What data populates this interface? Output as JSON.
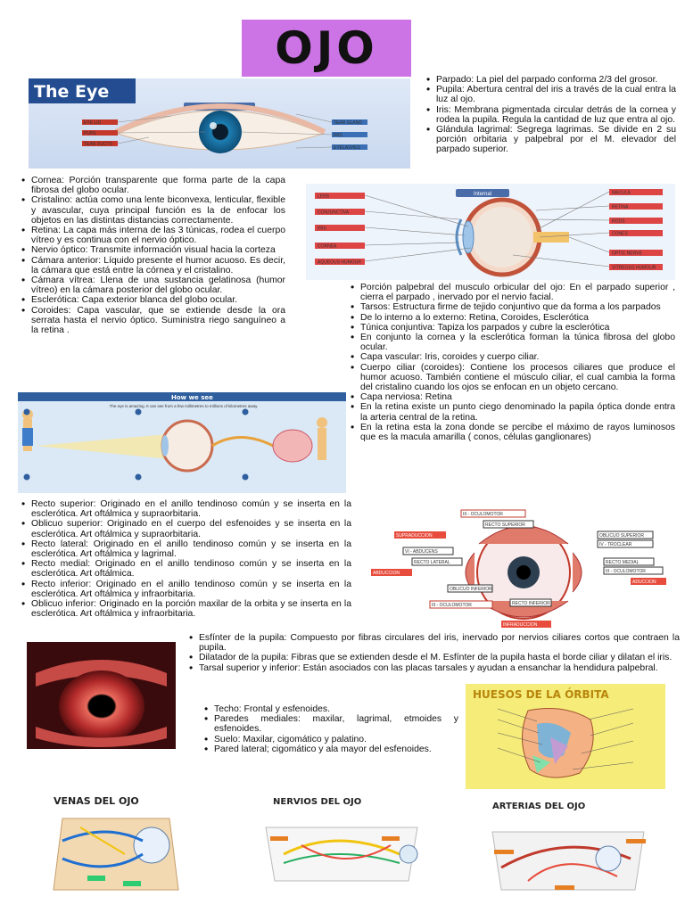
{
  "title": "OJO",
  "images": {
    "the_eye": {
      "title": "The Eye",
      "tab": "External",
      "left_labels": [
        "EYE LID",
        "PUPIL",
        "TEAR DUCTS"
      ],
      "right_labels": [
        "TEAR GLAND",
        "IRIS",
        "EYELASHES"
      ]
    },
    "internal": {
      "tab": "Internal",
      "left_labels": [
        "LENS",
        "CONJUNCTIVA",
        "IRIS",
        "CORNEA",
        "AQUEOUS HUMOUR"
      ],
      "right_labels": [
        "MACULA",
        "RETINA",
        "RODS",
        "CONES",
        "OPTIC NERVE",
        "VITREOUS HUMOUR"
      ]
    },
    "how_we_see": {
      "title": "How we see",
      "subtitle": "The eye is amazing. It can see from a few millimetres to millions of kilometres away."
    },
    "muscles_diagram": {
      "labels": [
        "III - OCULOMOTOR",
        "RECTO SUPERIOR",
        "OBLICUO SUPERIOR",
        "IV - TROCLEAR",
        "VI - ABDUCENS",
        "RECTO LATERAL",
        "RECTO MEDIAL",
        "III - OCULOMOTOR",
        "ABDUCCION",
        "ADUCCION",
        "OBLICUO INFERIOR",
        "RECTO INFERIOR",
        "III - OCULOMOTOR",
        "INFRADUCCION",
        "SUPRADUCCION"
      ]
    },
    "orbita": {
      "title": "HUESOS DE LA ÓRBITA"
    },
    "venas": {
      "title": "VENAS DEL OJO"
    },
    "nervios": {
      "title": "NERVIOS DEL OJO"
    },
    "arterias": {
      "title": "ARTERIAS DEL OJO"
    }
  },
  "sections": {
    "top_right": [
      "Parpado: La piel del parpado conforma 2/3 del grosor.",
      "Pupila: Abertura central del iris a través de la cual entra la luz al ojo.",
      "Iris: Membrana pigmentada circular detrás de la cornea y rodea la pupila. Regula la cantidad de luz que entra al ojo.",
      "Glándula lagrimal: Segrega lagrimas. Se divide en 2 su porción orbitaria y palpebral por el M. elevador del parpado superior."
    ],
    "left_mid": [
      "Cornea: Porción transparente que forma parte de la capa fibrosa del globo ocular.",
      "Cristalino: actúa como una lente biconvexa, lenticular, flexible y avascular, cuya principal función es la de enfocar los objetos en las distintas distancias correctamente.",
      "Retina: La capa más interna de las 3 túnicas, rodea el cuerpo vítreo y es continua con el nervio óptico.",
      "Nervio óptico: Transmite información visual hacia la corteza",
      "Cámara anterior: Líquido presente el humor acuoso. Es decir, la cámara que está entre la córnea y el cristalino.",
      "Cámara vítrea: Llena de una sustancia gelatinosa (humor vítreo) en la cámara posterior del globo ocular.",
      "Esclerótica: Capa exterior blanca del globo ocular.",
      "Coroides: Capa vascular, que se extiende desde la ora serrata hasta el nervio óptico. Suministra riego sanguíneo a la retina ."
    ],
    "right_mid": [
      "Porción palpebral del musculo orbicular del ojo: En el parpado superior , cierra el parpado , inervado por el nervio facial.",
      "Tarsos: Estructura firme de tejido conjuntivo que da forma a los parpados",
      "De lo interno a lo externo: Retina, Coroides, Esclerótica",
      "Túnica conjuntiva: Tapiza los parpados y cubre la esclerótica",
      "En conjunto la cornea y la esclerótica forman la túnica fibrosa del globo ocular.",
      "Capa vascular: Iris, coroides y cuerpo ciliar.",
      "Cuerpo ciliar (coroides): Contiene los procesos ciliares que produce el humor acuoso. También contiene el músculo ciliar, el cual cambia la forma del cristalino cuando los ojos se enfocan en un objeto cercano.",
      "Capa nerviosa: Retina",
      "En la retina existe un punto ciego denominado la papila óptica donde entra la arteria central de la retina.",
      "En la retina esta la zona donde se percibe el máximo de rayos luminosos que es la macula amarilla ( conos, células ganglionares)"
    ],
    "muscles": [
      "Recto superior: Originado en el anillo tendinoso común y se inserta en la esclerótica. Art oftálmica y supraorbitaria.",
      "Oblicuo superior: Originado en el cuerpo del esfenoides y se inserta en la esclerótica. Art oftálmica y supraorbitaria.",
      "Recto lateral: Originado en el anillo tendinoso común y se inserta en la esclerótica. Art oftálmica y lagrimal.",
      "Recto medial: Originado en el anillo tendinoso común y se inserta en la esclerótica. Art oftálmica.",
      "Recto inferior: Originado en el anillo tendinoso común y se inserta en la esclerótica. Art oftálmica y infraorbitaria.",
      "Oblicuo inferior: Originado en la porción maxilar de la orbita y se inserta en la esclerótica. Art oftálmica y infraorbitaria."
    ],
    "pupil": [
      "Esfínter de la pupila: Compuesto por fibras circulares del iris, inervado por nervios ciliares cortos que contraen la pupila.",
      "Dilatador de la pupila: Fibras que se extienden desde el M. Esfínter de la pupila hasta el borde ciliar y dilatan el iris.",
      "Tarsal superior y inferior: Están asociados con las placas tarsales y ayudan a ensanchar la hendidura palpebral."
    ],
    "orbit": [
      "Techo: Frontal y esfenoides.",
      "Paredes mediales: maxilar, lagrimal, etmoides y esfenoides.",
      "Suelo: Maxilar, cigomático y palatino.",
      "Pared lateral; cigomático y ala mayor del esfenoides."
    ]
  }
}
